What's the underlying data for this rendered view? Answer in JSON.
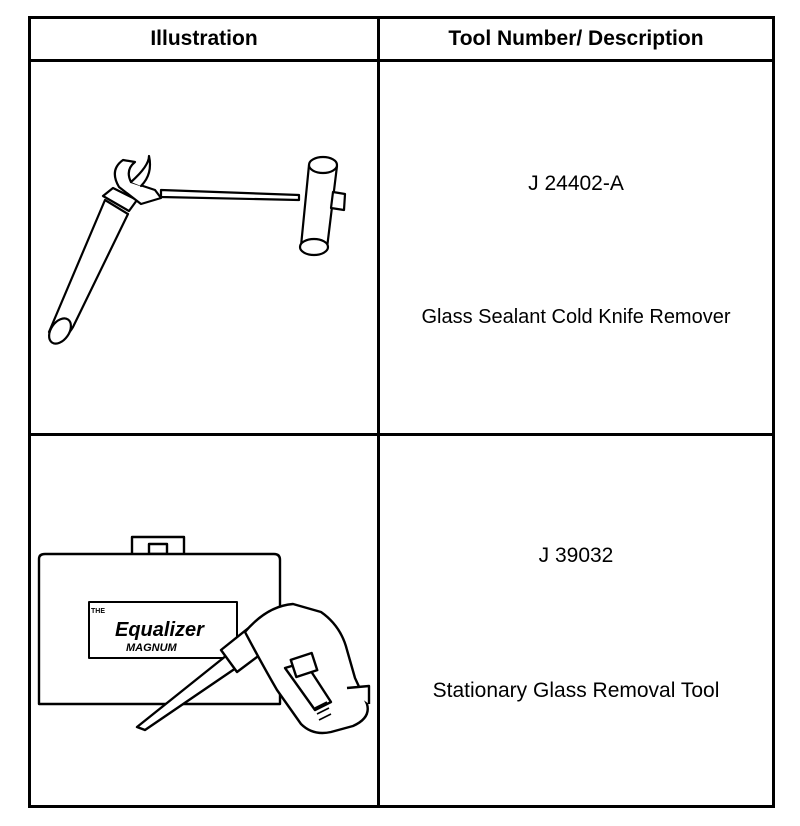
{
  "table": {
    "headers": [
      "Illustration",
      "Tool Number/ Description"
    ],
    "rows": [
      {
        "tool_number": "J 24402-A",
        "description": "Glass Sealant Cold Knife Remover",
        "illustration": "cold-knife-remover-illustration"
      },
      {
        "tool_number": "J 39032",
        "description": "Stationary Glass Removal Tool",
        "illustration": "glass-removal-tool-illustration"
      }
    ]
  },
  "illustration_text": {
    "case_brand_small": "THE",
    "case_brand": "Equalizer",
    "case_model": "MAGNUM"
  }
}
